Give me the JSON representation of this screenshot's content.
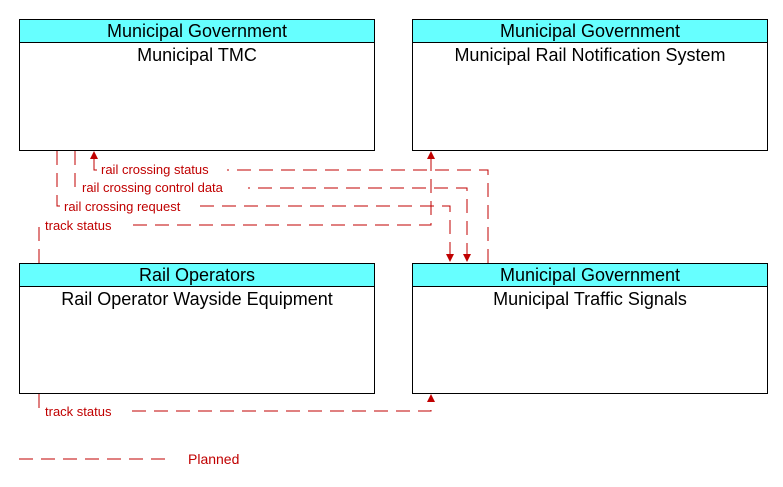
{
  "nodes": {
    "tmc": {
      "owner": "Municipal Government",
      "name": "Municipal TMC"
    },
    "rail_notification": {
      "owner": "Municipal Government",
      "name": "Municipal Rail Notification System"
    },
    "wayside": {
      "owner": "Rail Operators",
      "name": "Rail Operator Wayside Equipment"
    },
    "traffic_signals": {
      "owner": "Municipal Government",
      "name": "Municipal Traffic Signals"
    }
  },
  "flows": {
    "rail_crossing_status": "rail crossing status",
    "rail_crossing_control_data": "rail crossing control data",
    "rail_crossing_request": "rail crossing request",
    "track_status_upper": "track status",
    "track_status_lower": "track status"
  },
  "legend": {
    "planned": "Planned"
  },
  "colors": {
    "header": "#66ffff",
    "flow": "#c00000"
  }
}
